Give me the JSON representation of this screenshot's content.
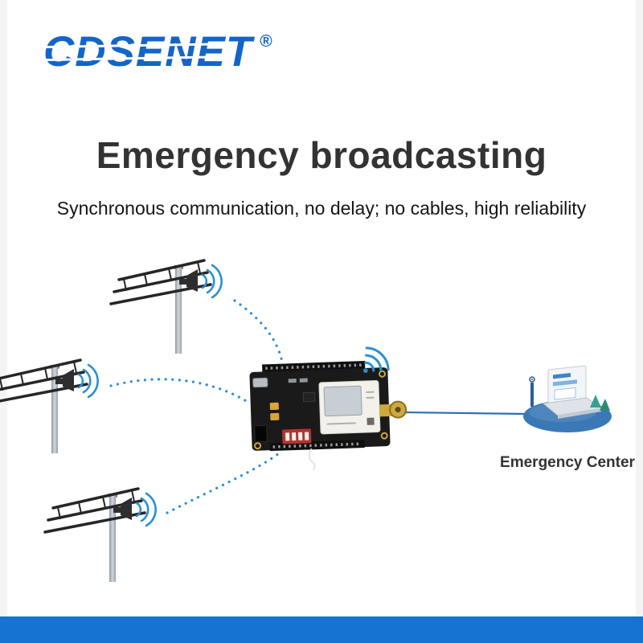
{
  "logo": {
    "text": "CDSENET",
    "registered": "®",
    "color": "#1465c8"
  },
  "hero": {
    "title": "Emergency broadcasting",
    "subtitle": "Synchronous communication, no delay; no cables, high reliability"
  },
  "diagram": {
    "emergency_center_label": "Emergency Center",
    "icons": [
      "broadcast-tower-icon",
      "speaker-waves-icon",
      "wifi-signal-icon",
      "pcb-lora-module",
      "emergency-center-illustration"
    ],
    "colors": {
      "signal_blue": "#2a8fd4",
      "link_line": "#2f6fb0",
      "tower_dark": "#262626",
      "board": "#1a1a1a",
      "dip_switch": "#b5332c",
      "antenna_gold": "#cfa83e",
      "platform_blue": "#3b78b6"
    }
  },
  "footer": {
    "bar_color": "#1673d2"
  }
}
